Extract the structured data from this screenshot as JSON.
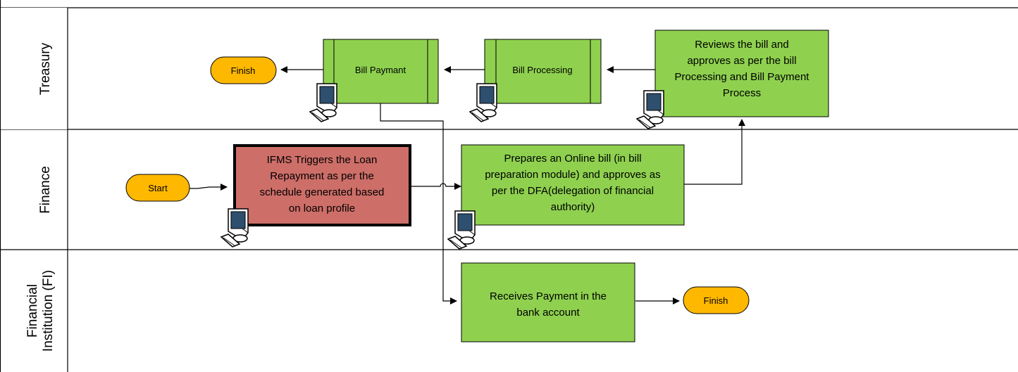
{
  "lanes": [
    {
      "label": "Treasury"
    },
    {
      "label": "Finance"
    },
    {
      "label_line1": "Financial",
      "label_line2": "Institution (FI)"
    }
  ],
  "nodes": {
    "finish_treasury": "Finish",
    "bill_payment": "Bill Paymant",
    "bill_processing": "Bill Processing",
    "reviews": [
      "Reviews the bill and",
      "approves as per the bill",
      "Processing and Bill Payment",
      "Process"
    ],
    "start": "Start",
    "ifms": [
      "IFMS Triggers the Loan",
      "Repayment as per the",
      "schedule generated based",
      "on loan profile"
    ],
    "prepares": [
      "Prepares an Online bill (in bill",
      "preparation module) and approves as",
      "per the DFA(delegation of financial",
      "authority)"
    ],
    "receives": [
      "Receives Payment in the",
      "bank account"
    ],
    "finish_fi": "Finish"
  },
  "colors": {
    "process_green": "#8fd14f",
    "trigger_red": "#cd6e68",
    "terminator_orange": "#ffb800",
    "line": "#000000"
  },
  "icons": [
    "computer-icon"
  ]
}
